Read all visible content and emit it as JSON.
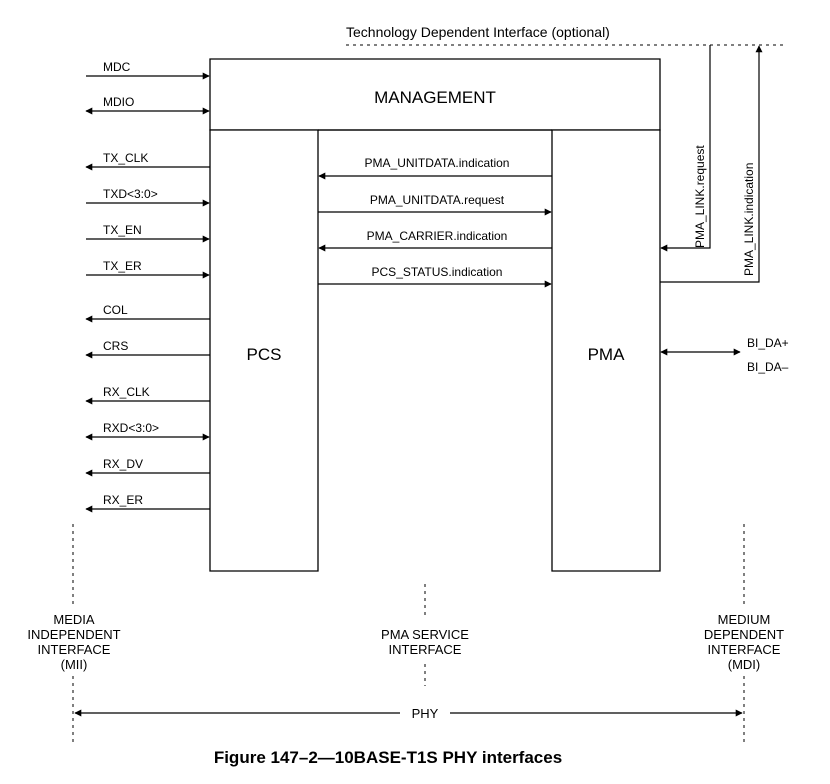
{
  "header": {
    "tdi_label": "Technology Dependent Interface (optional)"
  },
  "blocks": {
    "management": "MANAGEMENT",
    "pcs": "PCS",
    "pma": "PMA"
  },
  "mii_signals": [
    {
      "label": "MDC",
      "direction": "in"
    },
    {
      "label": "MDIO",
      "direction": "both"
    },
    {
      "label": "TX_CLK",
      "direction": "out"
    },
    {
      "label": "TXD<3:0>",
      "direction": "in"
    },
    {
      "label": "TX_EN",
      "direction": "in"
    },
    {
      "label": "TX_ER",
      "direction": "in"
    },
    {
      "label": "COL",
      "direction": "out"
    },
    {
      "label": "CRS",
      "direction": "out"
    },
    {
      "label": "RX_CLK",
      "direction": "out"
    },
    {
      "label": "RXD<3:0>",
      "direction": "both"
    },
    {
      "label": "RX_DV",
      "direction": "out"
    },
    {
      "label": "RX_ER",
      "direction": "out"
    }
  ],
  "pma_service_primitives": [
    {
      "label": "PMA_UNITDATA.indication",
      "direction": "to_pcs"
    },
    {
      "label": "PMA_UNITDATA.request",
      "direction": "to_pma"
    },
    {
      "label": "PMA_CARRIER.indication",
      "direction": "to_pcs"
    },
    {
      "label": "PCS_STATUS.indication",
      "direction": "to_pma"
    }
  ],
  "pma_link": {
    "request": "PMA_LINK.request",
    "indication": "PMA_LINK.indication"
  },
  "mdi_signals": {
    "bi_da_plus": "BI_DA+",
    "bi_da_minus": "BI_DA–"
  },
  "interfaces": {
    "mii": [
      "MEDIA",
      "INDEPENDENT",
      "INTERFACE",
      "(MII)"
    ],
    "pma_service": [
      "PMA SERVICE",
      "INTERFACE"
    ],
    "mdi": [
      "MEDIUM",
      "DEPENDENT",
      "INTERFACE",
      "(MDI)"
    ]
  },
  "phy_label": "PHY",
  "figure_caption": "Figure 147–2—10BASE-T1S PHY interfaces",
  "colors": {
    "ink": "#000000",
    "background": "#ffffff"
  }
}
